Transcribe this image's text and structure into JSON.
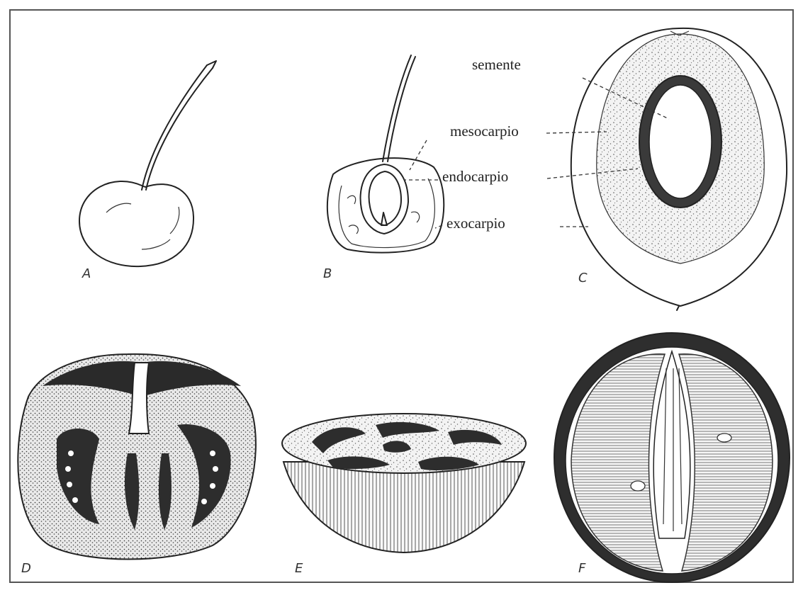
{
  "figure": {
    "panels": [
      {
        "letter": "A"
      },
      {
        "letter": "B"
      },
      {
        "letter": "C"
      },
      {
        "letter": "D"
      },
      {
        "letter": "E"
      },
      {
        "letter": "F"
      }
    ],
    "labels": {
      "semente": "semente",
      "mesocarpio": "mesocarpio",
      "endocarpio": "endocarpio",
      "exocarpio": "exocarpio"
    },
    "colors": {
      "ink": "#222222",
      "paper": "#ffffff",
      "frame": "#555555"
    }
  }
}
